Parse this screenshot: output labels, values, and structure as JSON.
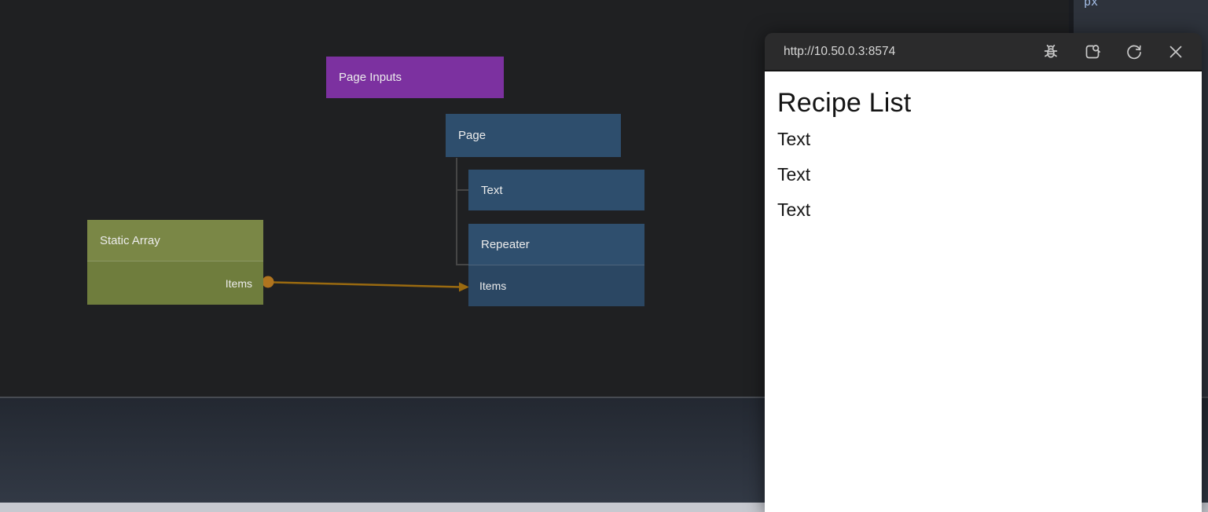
{
  "canvas": {
    "nodes": {
      "page_inputs": {
        "label": "Page Inputs",
        "color": "#7c31a0"
      },
      "page": {
        "label": "Page",
        "color": "#2e4e6d"
      },
      "text": {
        "label": "Text",
        "color": "#2e4e6d"
      },
      "repeater": {
        "label": "Repeater",
        "input_label": "Items",
        "color": "#2e4e6d"
      },
      "static_array": {
        "label": "Static Array",
        "output_label": "Items",
        "color": "#7a8746"
      }
    },
    "edge": {
      "from": "Static Array / Items",
      "to": "Repeater / Items",
      "color": "#a06e12"
    }
  },
  "side_panel": {
    "value": "px"
  },
  "preview_window": {
    "url": "http://10.50.0.3:8574",
    "toolbar": {
      "icons": [
        "debug-icon",
        "open-preview-icon",
        "refresh-icon",
        "close-icon"
      ]
    },
    "page": {
      "heading": "Recipe List",
      "items": [
        "Text",
        "Text",
        "Text"
      ]
    }
  }
}
